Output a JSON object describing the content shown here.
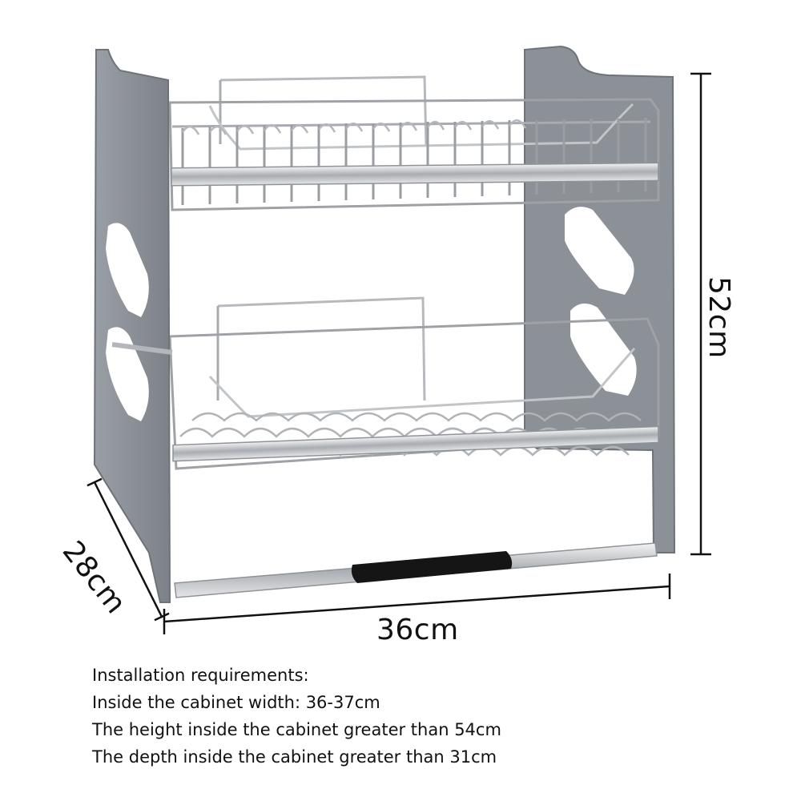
{
  "dimensions": {
    "width": "36cm",
    "height": "52cm",
    "depth": "28cm"
  },
  "installation": {
    "title": "Installation requirements:",
    "lines": [
      "Inside the cabinet width: 36-37cm",
      "The height inside the cabinet greater than 54cm",
      "The depth inside the cabinet greater than 31cm"
    ]
  },
  "colors": {
    "panel": "#8f939a",
    "panel_dark": "#6f737a",
    "steel": "#b9bcc0",
    "handle_grip": "#151515",
    "dimension_line": "#111111"
  }
}
